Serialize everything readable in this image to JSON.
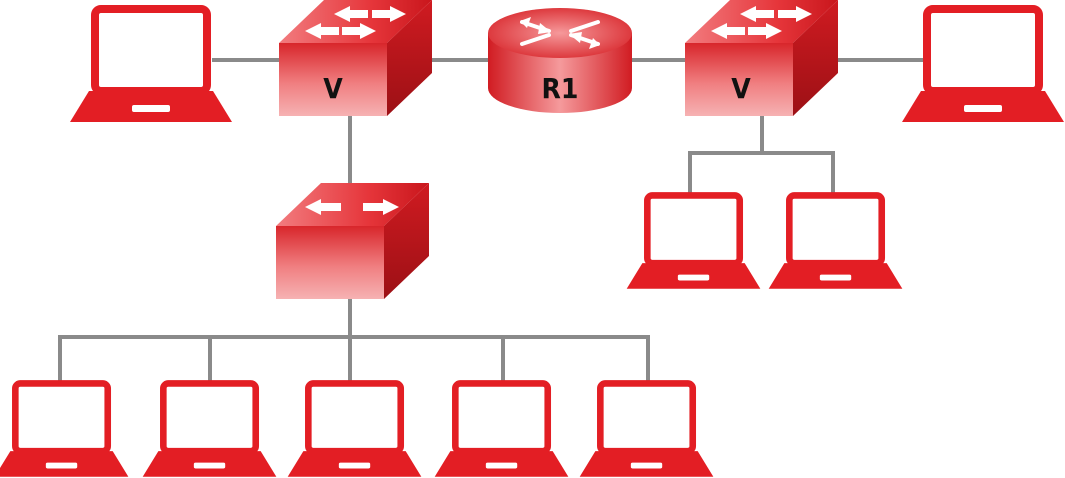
{
  "colors": {
    "device": "#e8262c",
    "device_dark": "#b01a1f",
    "link": "#8a8a8a",
    "laptop": "#e31e24",
    "label": "#111111"
  },
  "labels": {
    "switch_left": "V",
    "router": "R1",
    "switch_right": "V"
  },
  "icons": [
    "laptop-icon",
    "switch-icon",
    "router-icon",
    "arrow-icon"
  ]
}
